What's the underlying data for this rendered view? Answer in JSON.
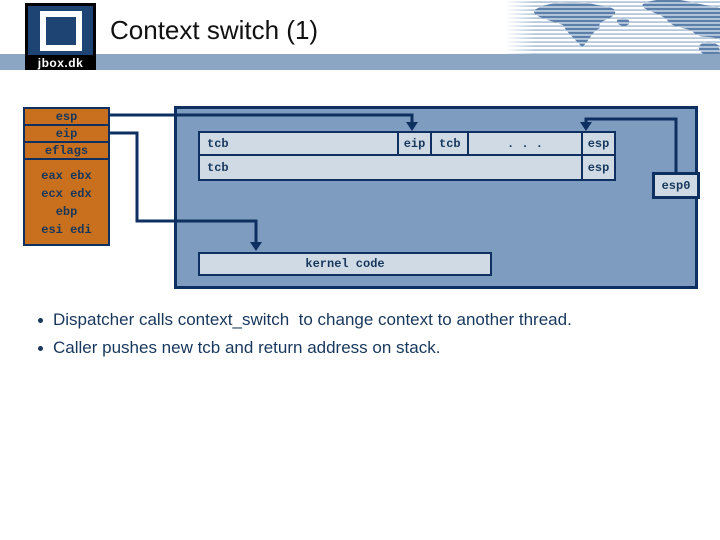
{
  "colors": {
    "navy": "#0e3060",
    "orange": "#c8701d",
    "box-blue": "#7d9cc0",
    "cell-light": "#cfdae4",
    "bar-blue": "#8ba6c2",
    "text-navy": "#17375c"
  },
  "header": {
    "logo_text": "jbox.dk",
    "title": "Context switch (1)"
  },
  "diagram": {
    "stack_box": {
      "rows": [
        "esp",
        "eip",
        "eflags"
      ],
      "registers": [
        "eax ebx",
        "ecx edx",
        "ebp",
        "esi edi"
      ]
    },
    "memory_table": {
      "row1": {
        "tcb1": "tcb",
        "eip": "eip",
        "tcb2": "tcb",
        "dots": ". . .",
        "esp": "esp"
      },
      "row2": {
        "tcb": "tcb",
        "esp": "esp"
      }
    },
    "esp0_label": "esp0",
    "kernel_code_label": "kernel code"
  },
  "bullets": [
    "Dispatcher calls context_switch  to change context to another thread.",
    "Caller pushes new tcb and return address on stack."
  ]
}
